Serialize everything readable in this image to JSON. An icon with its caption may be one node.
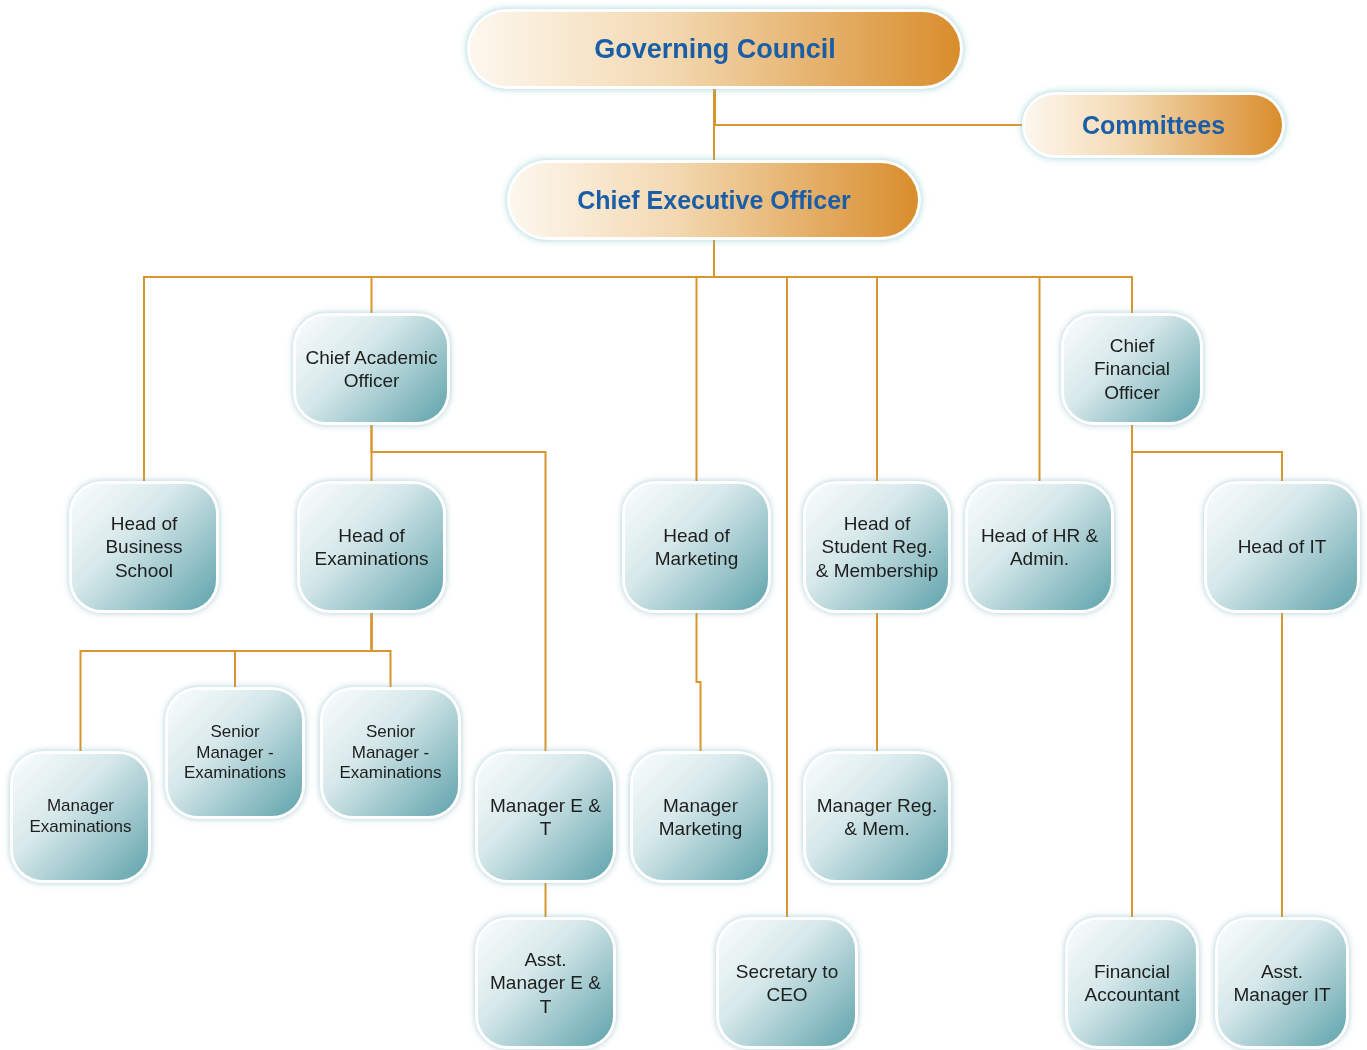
{
  "diagram": {
    "nodes": [
      {
        "text": [
          "Governing Council"
        ]
      },
      {
        "text": [
          "Committees"
        ]
      },
      {
        "text": [
          "Chief Executive Officer"
        ]
      },
      {
        "text": [
          "Head of Business School"
        ]
      },
      {
        "text": [
          "Chief Academic Officer"
        ]
      },
      {
        "text": [
          "Head of Examinations"
        ]
      },
      {
        "text": [
          "Head of Marketing"
        ]
      },
      {
        "text": [
          "Head of Student Reg. & Membership"
        ]
      },
      {
        "text": [
          "Head of HR & Admin."
        ]
      },
      {
        "text": [
          "Chief Financial Officer"
        ]
      },
      {
        "text": [
          "Head of IT"
        ]
      },
      {
        "text": [
          "Manager Examinations"
        ]
      },
      {
        "text": [
          "Senior Manager - Examinations"
        ]
      },
      {
        "text": [
          "Senior Manager - Examinations"
        ]
      },
      {
        "text": [
          "Manager E & T"
        ]
      },
      {
        "text": [
          "Manager Marketing"
        ]
      },
      {
        "text": [
          "Manager Reg. & Mem."
        ]
      },
      {
        "text": [
          "Asst. Manager E & T"
        ]
      },
      {
        "text": [
          "Secretary to CEO"
        ]
      },
      {
        "text": [
          "Financial Accountant"
        ]
      },
      {
        "text": [
          "Asst. Manager IT"
        ]
      }
    ],
    "edges": [
      {
        "from": 0,
        "to": 2,
        "arrow": "none"
      },
      {
        "from": 0,
        "to": 1,
        "arrow": "none"
      },
      {
        "from": 2,
        "to": 3,
        "arrow": "none"
      },
      {
        "from": 2,
        "to": 4,
        "arrow": "none"
      },
      {
        "from": 2,
        "to": 6,
        "arrow": "none"
      },
      {
        "from": 2,
        "to": 18,
        "arrow": "none"
      },
      {
        "from": 2,
        "to": 7,
        "arrow": "none"
      },
      {
        "from": 2,
        "to": 8,
        "arrow": "none"
      },
      {
        "from": 2,
        "to": 9,
        "arrow": "none"
      },
      {
        "from": 4,
        "to": 5,
        "arrow": "none"
      },
      {
        "from": 4,
        "to": 14,
        "arrow": "none"
      },
      {
        "from": 5,
        "to": 11,
        "arrow": "none"
      },
      {
        "from": 5,
        "to": 12,
        "arrow": "none"
      },
      {
        "from": 5,
        "to": 13,
        "arrow": "none"
      },
      {
        "from": 14,
        "to": 17,
        "arrow": "none"
      },
      {
        "from": 6,
        "to": 15,
        "arrow": "none"
      },
      {
        "from": 7,
        "to": 16,
        "arrow": "none"
      },
      {
        "from": 9,
        "to": 10,
        "arrow": "none"
      },
      {
        "from": 9,
        "to": 19,
        "arrow": "none"
      },
      {
        "from": 10,
        "to": 20,
        "arrow": "none"
      }
    ]
  }
}
